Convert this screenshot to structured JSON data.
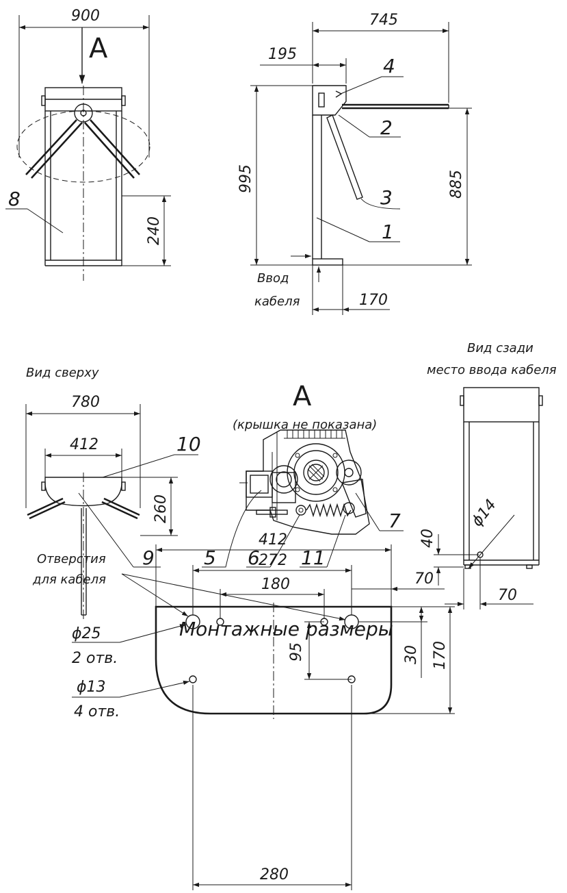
{
  "front_view": {
    "view_letter": "A",
    "dim_width": "900",
    "dim_240": "240",
    "callout_8": "8"
  },
  "side_view": {
    "dim_745": "745",
    "dim_195": "195",
    "dim_995": "995",
    "dim_885": "885",
    "dim_170": "170",
    "callout_1": "1",
    "callout_2": "2",
    "callout_3": "3",
    "callout_4": "4",
    "cable_entry_line1": "Ввод",
    "cable_entry_line2": "кабеля"
  },
  "top_view": {
    "title": "Вид сверху",
    "dim_780": "780",
    "dim_412": "412",
    "dim_260": "260",
    "callout_9": "9",
    "callout_10": "10"
  },
  "section_a": {
    "letter": "A",
    "note": "(крышка не показана)",
    "callout_5": "5",
    "callout_6": "6",
    "callout_7": "7",
    "callout_11": "11"
  },
  "rear_view": {
    "title_line1": "Вид сзади",
    "title_line2": "место ввода кабеля",
    "dim_40": "40",
    "dim_70": "70",
    "dim_d14": "ϕ14"
  },
  "mounting": {
    "title": "Монтажные размеры",
    "dim_412": "412",
    "dim_272": "272",
    "dim_180": "180",
    "dim_70": "70",
    "dim_95": "95",
    "dim_30": "30",
    "dim_170": "170",
    "dim_280": "280",
    "holes_label_line1": "Отверстия",
    "holes_label_line2": "для кабеля",
    "d25": "ϕ25",
    "d25_count": "2 отв.",
    "d13": "ϕ13",
    "d13_count": "4 отв."
  }
}
